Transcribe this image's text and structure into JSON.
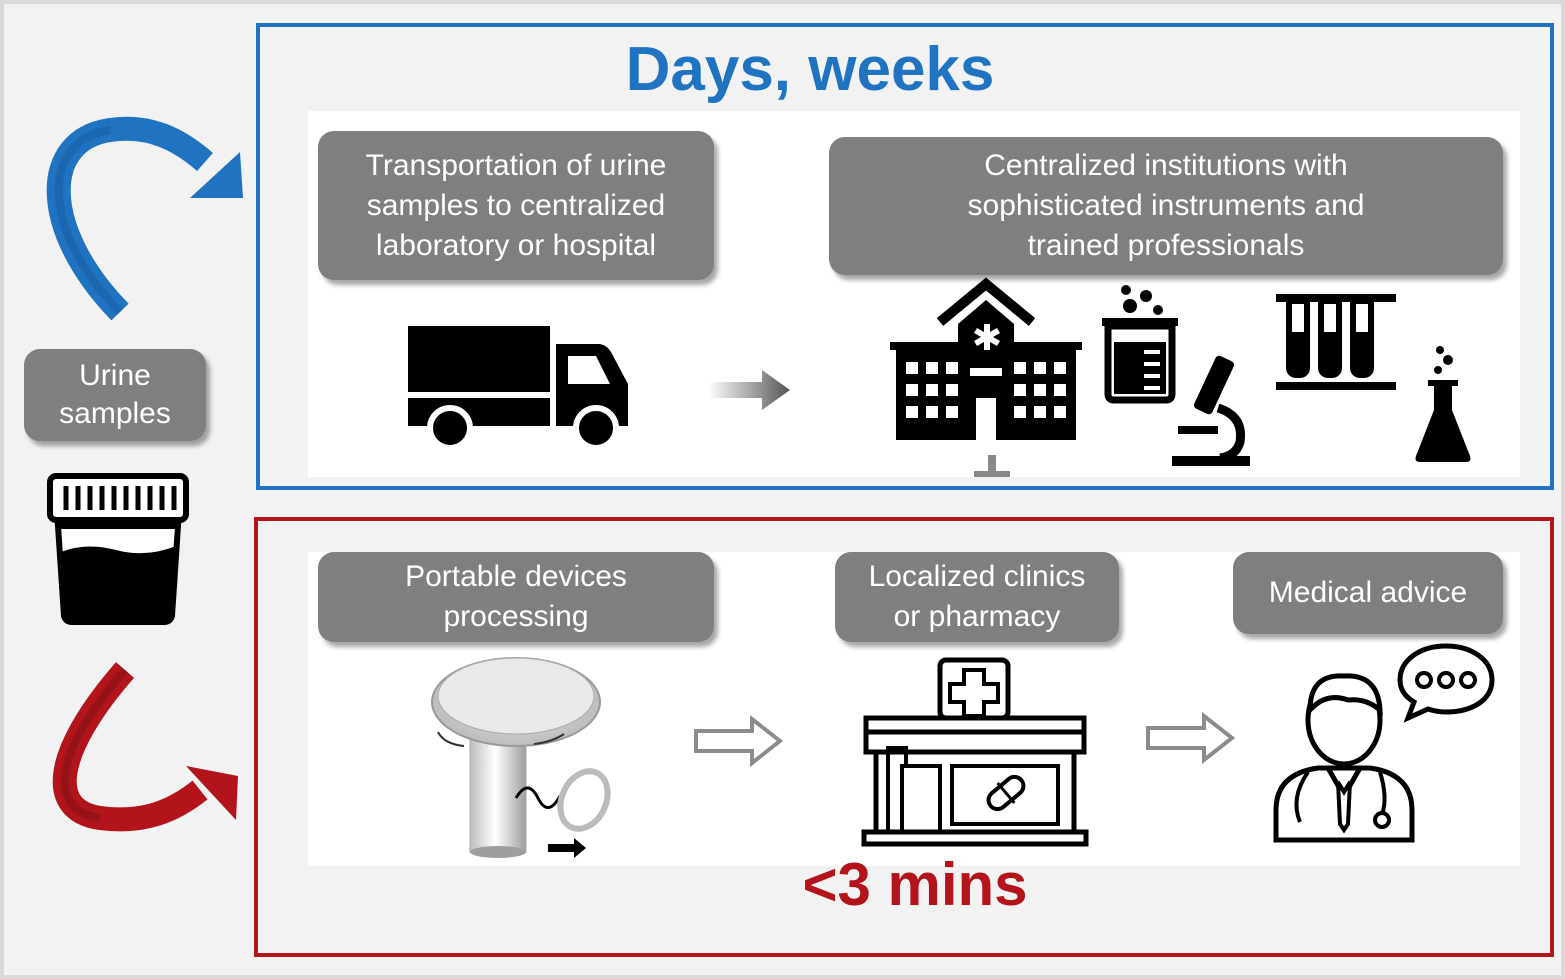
{
  "top": {
    "heading": "Days, weeks",
    "steps": [
      {
        "label": "Transportation of urine\nsamples to centralized\nlaboratory or hospital"
      },
      {
        "label": "Centralized institutions with\nsophisticated instruments and\ntrained professionals"
      }
    ]
  },
  "source": {
    "label": "Urine\nsamples"
  },
  "bottom": {
    "heading": "<3 mins",
    "steps": [
      {
        "label": "Portable devices\nprocessing"
      },
      {
        "label": "Localized clinics\nor pharmacy"
      },
      {
        "label": "Medical advice"
      }
    ]
  },
  "colors": {
    "slow": "#1f73c1",
    "fast": "#b3141c",
    "pill": "#7f7f7f",
    "icon": "#000000"
  },
  "icons": [
    "truck-icon",
    "hospital-icon",
    "beaker-icon",
    "microscope-icon",
    "test-tubes-icon",
    "flask-icon",
    "urine-cup-icon",
    "portable-device-icon",
    "pharmacy-icon",
    "doctor-icon",
    "speech-bubble-icon"
  ]
}
